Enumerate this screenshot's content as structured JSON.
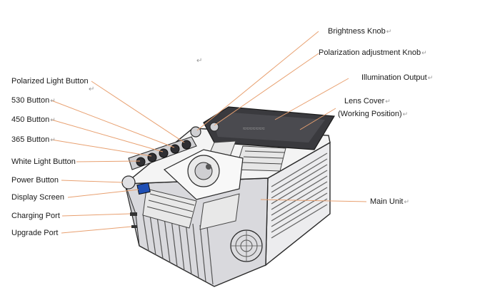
{
  "labels": {
    "brightness_knob": "Brightness Knob",
    "polarization_knob": "Polarization adjustment Knob",
    "illumination_output": "Illumination Output",
    "lens_cover_1": "Lens Cover",
    "lens_cover_2": "(Working Position)",
    "polarized_light_button": "Polarized Light Button",
    "btn_530": "530 Button",
    "btn_450": "450 Button",
    "btn_365": "365 Button",
    "white_light_button": "White Light Button",
    "power_button": "Power Button",
    "display_screen": "Display Screen",
    "charging_port": "Charging Port",
    "upgrade_port": "Upgrade Port",
    "main_unit": "Main Unit"
  },
  "return_mark": "↵",
  "colors": {
    "leader": "#e8a070",
    "outline": "#2a2a2a",
    "body": "#f0f0f0",
    "shade": "#b8b8bc",
    "screen": "#1f4fb5"
  }
}
